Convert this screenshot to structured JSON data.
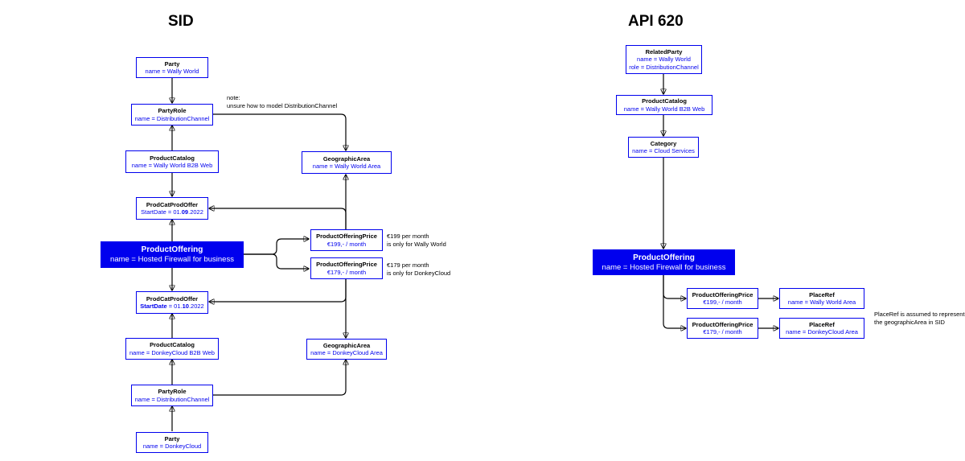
{
  "sid": {
    "title": "SID",
    "party_ww": {
      "name": "Party",
      "value": "name = Wally World"
    },
    "partyrole_ww": {
      "name": "PartyRole",
      "value": "name = DistributionChannel"
    },
    "catalog_ww": {
      "name": "ProductCatalog",
      "value": "name = Wally World B2B Web"
    },
    "pcpo_ww": {
      "name": "ProdCatProdOffer",
      "value_pre": "StartDate = 01.",
      "value_bold": "09",
      "value_post": ".2022"
    },
    "offering": {
      "name": "ProductOffering",
      "value": "name = Hosted Firewall for business"
    },
    "pcpo_dc": {
      "name": "ProdCatProdOffer",
      "value_label": "StartDate",
      "value_pre": " = 01.",
      "value_bold": "10",
      "value_post": ".2022"
    },
    "catalog_dc": {
      "name": "ProductCatalog",
      "value": "name = DonkeyCloud B2B Web"
    },
    "partyrole_dc": {
      "name": "PartyRole",
      "value": "name = DistributionChannel"
    },
    "party_dc": {
      "name": "Party",
      "value": "name = DonkeyCloud"
    },
    "geo_ww": {
      "name": "GeographicArea",
      "value": "name = Wally World Area"
    },
    "price_199": {
      "name": "ProductOfferingPrice",
      "value": "€199,- / month"
    },
    "price_179": {
      "name": "ProductOfferingPrice",
      "value": "€179,- / month"
    },
    "geo_dc": {
      "name": "GeographicArea",
      "value": "name = DonkeyCloud Area"
    },
    "note_top": {
      "line1": "note:",
      "line2": "unsure how to model DistributionChannel"
    },
    "note_199": {
      "line1": "€199 per month",
      "line2": "is only for Wally World"
    },
    "note_179": {
      "line1": "€179 per month",
      "line2": "is only for DonkeyCloud"
    }
  },
  "api": {
    "title": "API 620",
    "relatedparty": {
      "name": "RelatedParty",
      "value1": "name = Wally World",
      "value2": "role = DistributionChannel"
    },
    "catalog": {
      "name": "ProductCatalog",
      "value": "name = Wally World B2B Web"
    },
    "category": {
      "name": "Category",
      "value": "name = Cloud Services"
    },
    "offering": {
      "name": "ProductOffering",
      "value": "name = Hosted Firewall for business"
    },
    "price_199": {
      "name": "ProductOfferingPrice",
      "value": "€199,- / month"
    },
    "price_179": {
      "name": "ProductOfferingPrice",
      "value": "€179,- / month"
    },
    "placeref_ww": {
      "name": "PlaceRef",
      "value": "name = Wally World Area"
    },
    "placeref_dc": {
      "name": "PlaceRef",
      "value": "name = DonkeyCloud Area"
    },
    "note": {
      "line1": "PlaceRef is assumed to represent",
      "line2": "the geographicArea in SID"
    }
  },
  "colors": {
    "accent": "#0000ee",
    "line": "#000000"
  }
}
